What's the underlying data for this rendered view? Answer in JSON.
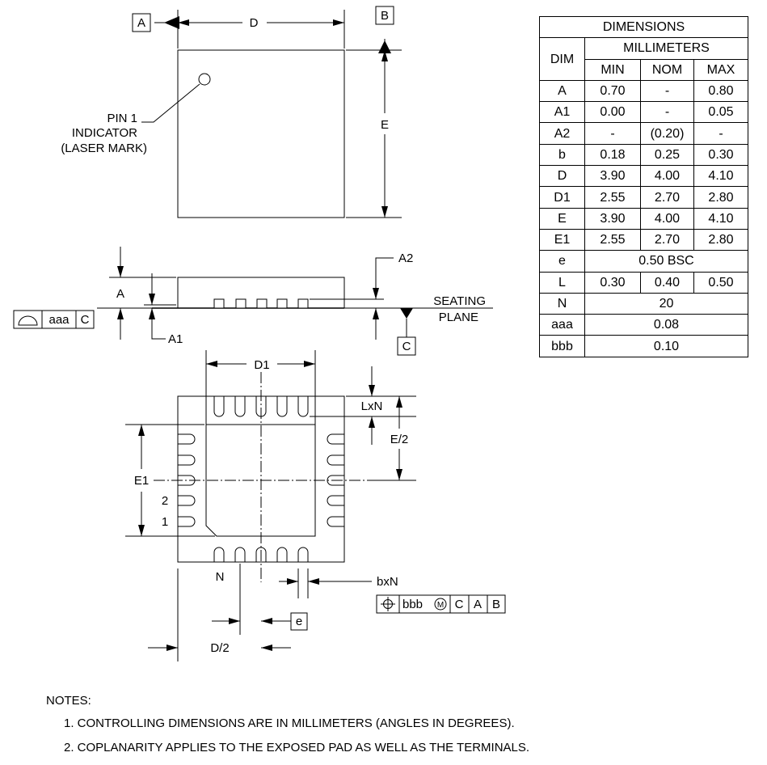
{
  "labels": {
    "datum_a": "A",
    "datum_b": "B",
    "datum_c": "C",
    "dim_d": "D",
    "dim_e": "E",
    "dim_a": "A",
    "dim_a1": "A1",
    "dim_a2": "A2",
    "dim_d1": "D1",
    "dim_e1": "E1",
    "dim_e_half": "E/2",
    "dim_d_half": "D/2",
    "dim_lxn": "LxN",
    "dim_bxn": "bxN",
    "dim_pitch": "e",
    "pin_n": "N",
    "pin_1": "1",
    "pin_2": "2",
    "pin1_line1": "PIN 1",
    "pin1_line2": "INDICATOR",
    "pin1_line3": "(LASER MARK)",
    "seating_1": "SEATING",
    "seating_2": "PLANE",
    "tol_aaa": "aaa",
    "tol_aaa_datum": "C",
    "tol_bbb": "bbb",
    "tol_bbb_mod": "M",
    "tol_bbb_d1": "C",
    "tol_bbb_d2": "A",
    "tol_bbb_d3": "B"
  },
  "table": {
    "title": "DIMENSIONS",
    "unit": "MILLIMETERS",
    "dim_header": "DIM",
    "col_min": "MIN",
    "col_nom": "NOM",
    "col_max": "MAX",
    "rows": [
      {
        "dim": "A",
        "min": "0.70",
        "nom": "-",
        "max": "0.80"
      },
      {
        "dim": "A1",
        "min": "0.00",
        "nom": "-",
        "max": "0.05"
      },
      {
        "dim": "A2",
        "min": "-",
        "nom": "(0.20)",
        "max": "-"
      },
      {
        "dim": "b",
        "min": "0.18",
        "nom": "0.25",
        "max": "0.30"
      },
      {
        "dim": "D",
        "min": "3.90",
        "nom": "4.00",
        "max": "4.10"
      },
      {
        "dim": "D1",
        "min": "2.55",
        "nom": "2.70",
        "max": "2.80"
      },
      {
        "dim": "E",
        "min": "3.90",
        "nom": "4.00",
        "max": "4.10"
      },
      {
        "dim": "E1",
        "min": "2.55",
        "nom": "2.70",
        "max": "2.80"
      },
      {
        "dim": "e",
        "span": "0.50 BSC"
      },
      {
        "dim": "L",
        "min": "0.30",
        "nom": "0.40",
        "max": "0.50"
      },
      {
        "dim": "N",
        "span": "20"
      },
      {
        "dim": "aaa",
        "span": "0.08"
      },
      {
        "dim": "bbb",
        "span": "0.10"
      }
    ]
  },
  "notes": {
    "title": "NOTES:",
    "items": [
      "1.  CONTROLLING DIMENSIONS ARE IN MILLIMETERS (ANGLES IN DEGREES).",
      "2.  COPLANARITY APPLIES TO THE EXPOSED PAD AS WELL AS THE TERMINALS."
    ]
  }
}
